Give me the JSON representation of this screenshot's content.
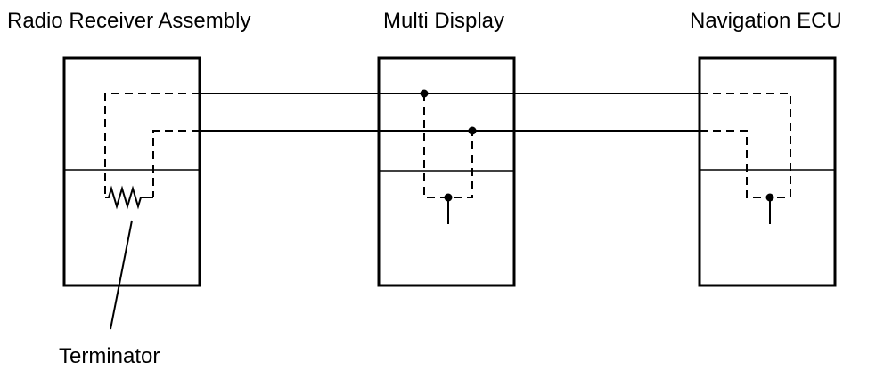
{
  "labels": {
    "radio": "Radio Receiver Assembly",
    "multi": "Multi Display",
    "nav": "Navigation ECU",
    "terminator": "Terminator"
  }
}
